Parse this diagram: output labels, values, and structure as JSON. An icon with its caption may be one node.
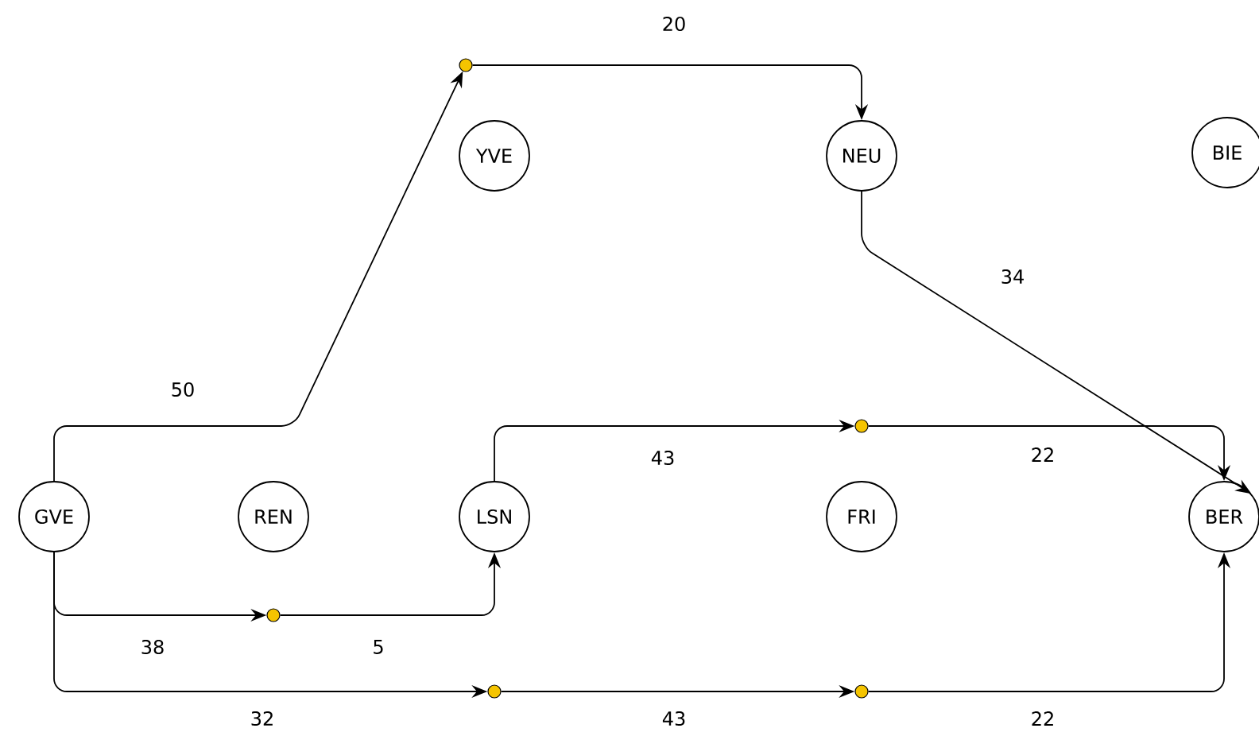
{
  "diagram": {
    "nodes": [
      {
        "text": [],
        "shape": "circle"
      },
      {
        "text": [
          "YVE"
        ]
      },
      {
        "text": [
          "NEU"
        ]
      },
      {
        "text": [
          "BIE"
        ]
      },
      {
        "text": [],
        "shape": "circle"
      },
      {
        "text": [
          "GVE"
        ]
      },
      {
        "text": [
          "REN"
        ]
      },
      {
        "text": [
          "LSN"
        ]
      },
      {
        "text": [
          "FRI"
        ]
      },
      {
        "text": [
          "BER"
        ]
      },
      {
        "text": [],
        "shape": "circle"
      },
      {
        "text": [],
        "shape": "circle"
      },
      {
        "text": [],
        "shape": "circle"
      }
    ],
    "edges": [
      {
        "from": 5,
        "to": 0,
        "arrow": "to",
        "label": "50"
      },
      {
        "from": 0,
        "to": 2,
        "arrow": "to",
        "label": "20"
      },
      {
        "from": 2,
        "to": 9,
        "arrow": "to",
        "label": "34"
      },
      {
        "from": 7,
        "to": 4,
        "arrow": "to",
        "label": "43"
      },
      {
        "from": 4,
        "to": 9,
        "arrow": "to",
        "label": "22"
      },
      {
        "from": 5,
        "to": 10,
        "arrow": "to",
        "label": "38"
      },
      {
        "from": 10,
        "to": 7,
        "arrow": "to",
        "label": "5"
      },
      {
        "from": 5,
        "to": 11,
        "arrow": "to",
        "label": "32"
      },
      {
        "from": 11,
        "to": 12,
        "arrow": "to",
        "label": "43"
      },
      {
        "from": 12,
        "to": 9,
        "arrow": "to",
        "label": "22"
      }
    ]
  }
}
